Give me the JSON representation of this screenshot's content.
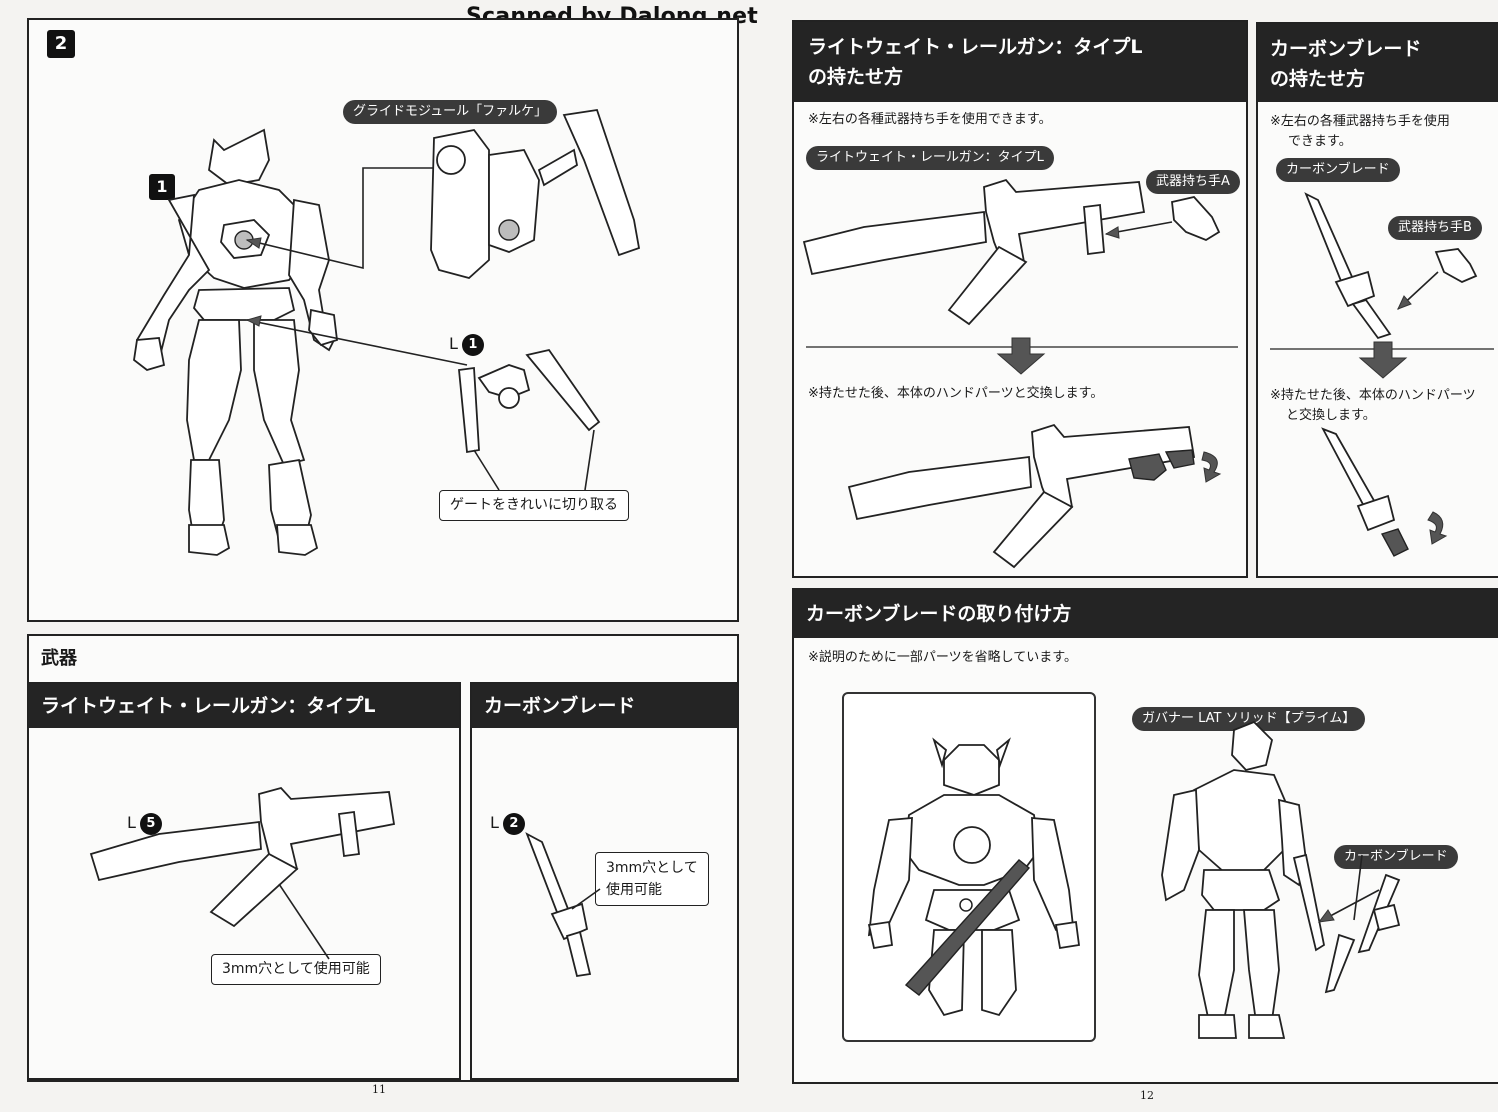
{
  "watermark": "Scanned by Dalong.net",
  "page_left": {
    "step_number": "2",
    "sub_step": "1",
    "glide_module_label": "グライドモジュール「ファルケ」",
    "part_L1": {
      "letter": "L",
      "num": "1"
    },
    "gate_note": "ゲートをきれいに切り取る",
    "weapons_title": "武器",
    "railgun_header": "ライトウェイト・レールガン：タイプL",
    "blade_header": "カーボンブレード",
    "part_L5": {
      "letter": "L",
      "num": "5"
    },
    "part_L2": {
      "letter": "L",
      "num": "2"
    },
    "hole_note_railgun": "3mm穴として使用可能",
    "hole_note_blade_1": "3mm穴として",
    "hole_note_blade_2": "使用可能",
    "page_number": "11"
  },
  "page_right": {
    "railgun_hold_header_1": "ライトウェイト・レールガン：タイプL",
    "railgun_hold_header_2": "の持たせ方",
    "railgun_note_1": "※左右の各種武器持ち手を使用できます。",
    "railgun_pill": "ライトウェイト・レールガン：タイプL",
    "hand_a": "武器持ち手A",
    "railgun_note_2": "※持たせた後、本体のハンドパーツと交換します。",
    "blade_hold_header_1": "カーボンブレード",
    "blade_hold_header_2": "の持たせ方",
    "blade_note_1a": "※左右の各種武器持ち手を使用",
    "blade_note_1b": "できます。",
    "blade_pill": "カーボンブレード",
    "hand_b": "武器持ち手B",
    "blade_note_2a": "※持たせた後、本体のハンドパーツ",
    "blade_note_2b": "と交換します。",
    "attach_header": "カーボンブレードの取り付け方",
    "attach_note": "※説明のために一部パーツを省略しています。",
    "governor_label": "ガバナー LAT ソリッド【プライム】",
    "blade_label": "カーボンブレード",
    "page_number": "12"
  }
}
